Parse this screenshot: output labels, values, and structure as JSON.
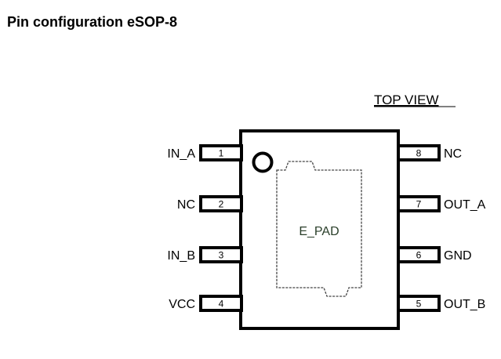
{
  "title": "Pin configuration eSOP-8",
  "view_label": "TOP VIEW",
  "pad_label": "E_PAD",
  "pins_left": [
    {
      "num": "1",
      "name": "IN_A"
    },
    {
      "num": "2",
      "name": "NC"
    },
    {
      "num": "3",
      "name": "IN_B"
    },
    {
      "num": "4",
      "name": "VCC"
    }
  ],
  "pins_right": [
    {
      "num": "8",
      "name": "NC"
    },
    {
      "num": "7",
      "name": "OUT_A"
    },
    {
      "num": "6",
      "name": "GND"
    },
    {
      "num": "5",
      "name": "OUT_B"
    }
  ],
  "colors": {
    "pad_text": "#2a3f2a"
  }
}
